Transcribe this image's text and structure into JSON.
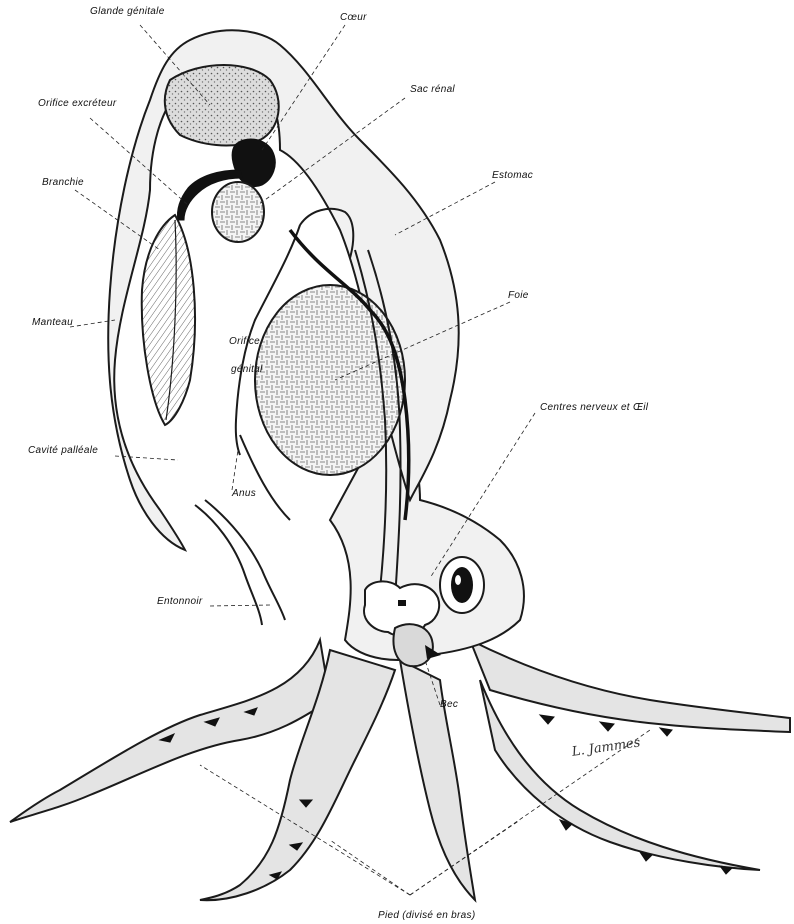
{
  "figure": {
    "labels": {
      "glande_genitale": "Glande génitale",
      "coeur": "Cœur",
      "orifice_excreteur": "Orifice excréteur",
      "sac_renal": "Sac rénal",
      "branchie": "Branchie",
      "estomac": "Estomac",
      "foie": "Foie",
      "manteau": "Manteau",
      "orifice_genital_1": "Orifice",
      "orifice_genital_2": "génital",
      "centres_nerveux": "Centres nerveux et Œil",
      "cavite_palleale": "Cavité palléale",
      "anus": "Anus",
      "entonnoir": "Entonnoir",
      "bec": "Bec",
      "pied": "Pied (divisé en bras)"
    },
    "signature": "L. Jammes"
  }
}
